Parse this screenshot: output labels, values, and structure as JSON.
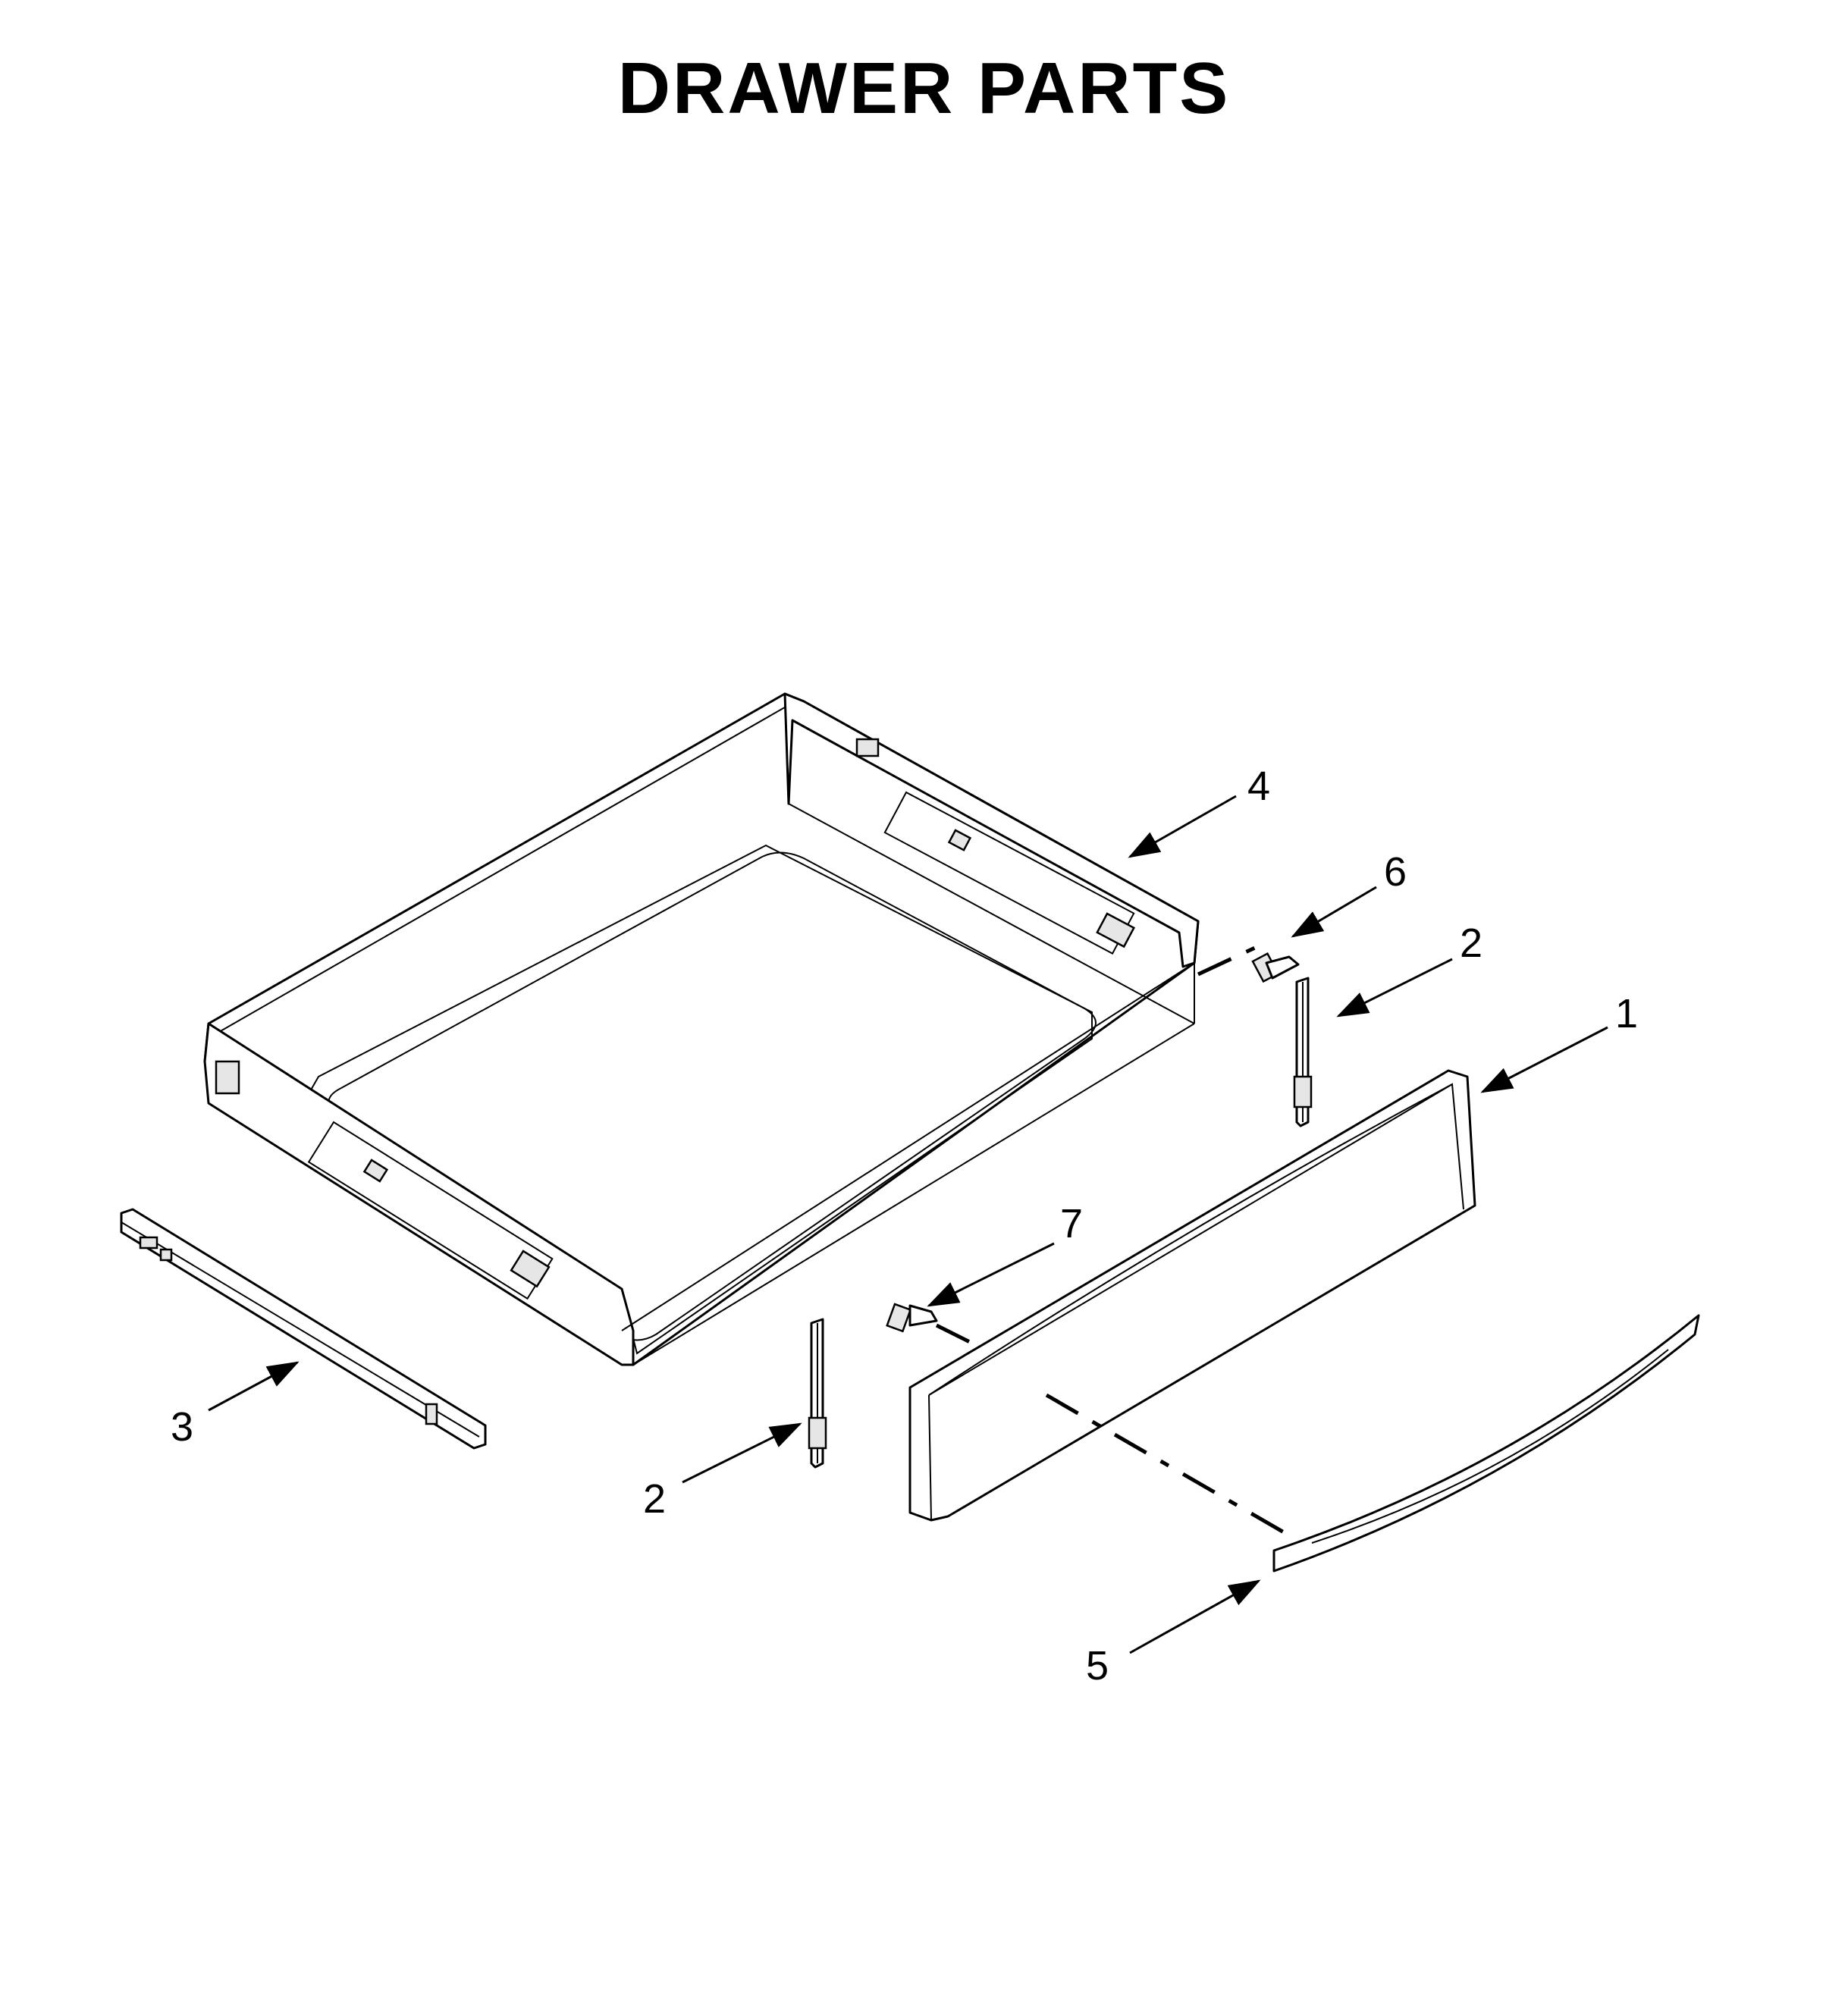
{
  "title": "DRAWER PARTS",
  "callouts": {
    "c1": "1",
    "c2a": "2",
    "c2b": "2",
    "c3": "3",
    "c4": "4",
    "c5": "5",
    "c6": "6",
    "c7": "7"
  }
}
